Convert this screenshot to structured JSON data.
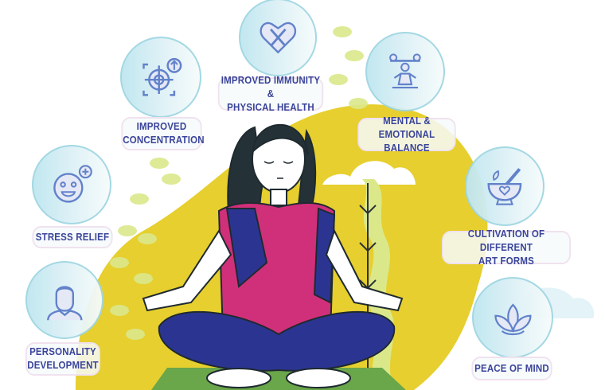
{
  "benefits": [
    {
      "id": "immunity",
      "lines": [
        "IMPROVED IMMUNITY &",
        "PHYSICAL HEALTH"
      ],
      "icon": "heart-tools-icon"
    },
    {
      "id": "concentration",
      "lines": [
        "IMPROVED",
        "CONCENTRATION"
      ],
      "icon": "target-icon"
    },
    {
      "id": "mental",
      "lines": [
        "MENTAL &",
        "EMOTIONAL BALANCE"
      ],
      "icon": "meditation-balance-icon"
    },
    {
      "id": "stress",
      "lines": [
        "STRESS RELIEF"
      ],
      "icon": "smiley-plus-icon"
    },
    {
      "id": "art",
      "lines": [
        "CULTIVATION OF DIFFERENT",
        "ART FORMS"
      ],
      "icon": "mortar-heart-icon"
    },
    {
      "id": "personality",
      "lines": [
        "PERSONALITY",
        "DEVELOPMENT"
      ],
      "icon": "person-head-icon"
    },
    {
      "id": "peace",
      "lines": [
        "PEACE OF MIND"
      ],
      "icon": "lotus-icon"
    }
  ],
  "colors": {
    "label_text": "#3a449a",
    "blob": "#e6cf2e",
    "icon": "#5a7cc8",
    "shirt": "#d0307a",
    "pants": "#2b3591",
    "ground": "#6aa64a",
    "leaf": "#dbe88a"
  }
}
